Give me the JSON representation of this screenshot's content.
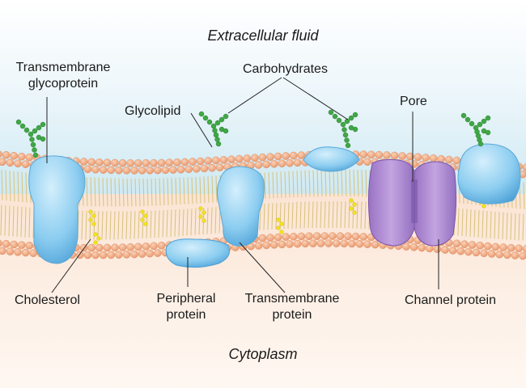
{
  "regions": {
    "top": "Extracellular fluid",
    "bottom": "Cytoplasm"
  },
  "labels": {
    "transmembrane_glycoprotein": [
      "Transmembrane",
      "glycoprotein"
    ],
    "carbohydrates": "Carbohydrates",
    "glycolipid": "Glycolipid",
    "pore": "Pore",
    "cholesterol": "Cholesterol",
    "peripheral_protein": [
      "Peripheral",
      "protein"
    ],
    "transmembrane_protein": [
      "Transmembrane",
      "protein"
    ],
    "channel_protein": "Channel protein"
  },
  "colors": {
    "phospholipid_head": "#f0a97f",
    "head_outline": "#d9865c",
    "lipid_tail": "#d6c27a",
    "protein_blue": "#7fc3ea",
    "protein_blue_dark": "#3d8fc7",
    "channel_purple": "#b08fd0",
    "channel_purple_dark": "#8a62b6",
    "carbohydrate_green": "#3fa845",
    "cholesterol_yellow": "#f2e21e"
  }
}
